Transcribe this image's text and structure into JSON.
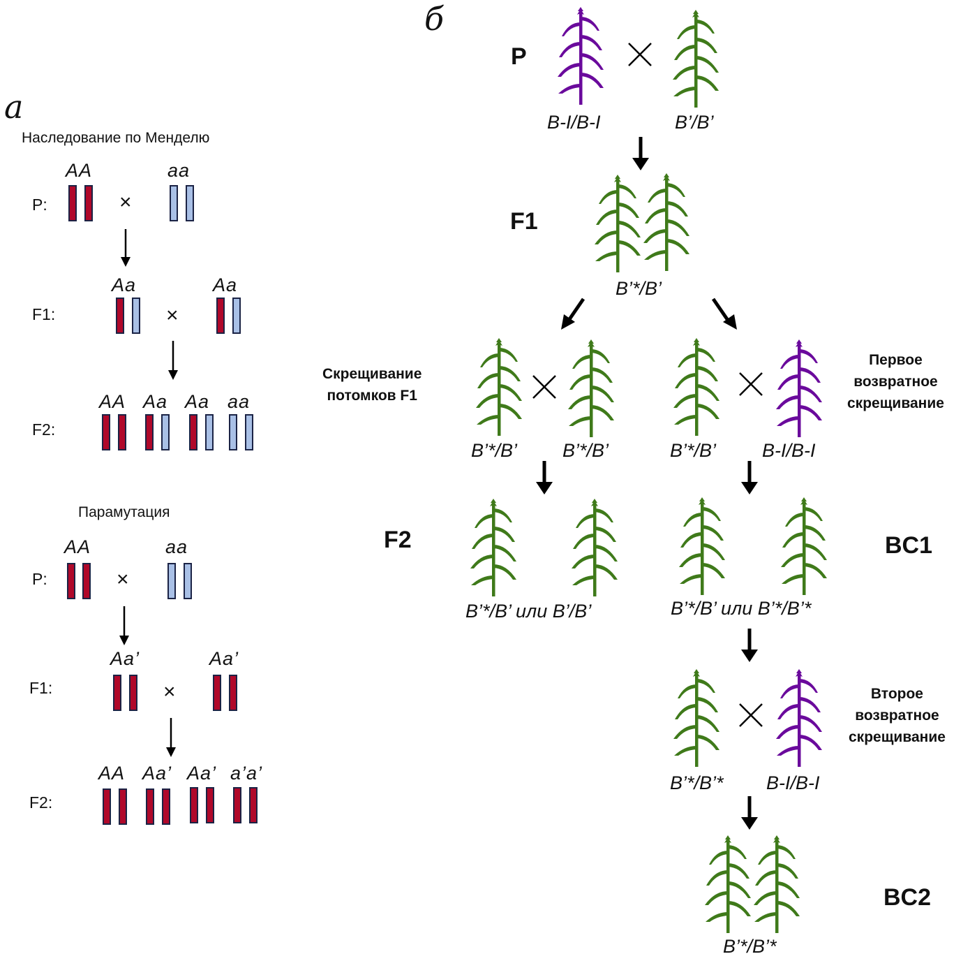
{
  "panel_a": {
    "letter": "а",
    "mendel": {
      "title": "Наследование по Менделю",
      "P": {
        "label": "P:",
        "parent1": "AA",
        "parent2": "aa"
      },
      "F1": {
        "label": "F1:",
        "parent1": "Aa",
        "parent2": "Aa"
      },
      "F2": {
        "label": "F2:",
        "genotypes": [
          "AA",
          "Aa",
          "Aa",
          "aa"
        ]
      }
    },
    "paramutation": {
      "title": "Парамутация",
      "P": {
        "label": "P:",
        "parent1": "AA",
        "parent2": "aa"
      },
      "F1": {
        "label": "F1:",
        "parent1": "Aa’",
        "parent2": "Aa’"
      },
      "F2": {
        "label": "F2:",
        "genotypes": [
          "AA",
          "Aa’",
          "Aa’",
          "a’a’"
        ]
      }
    },
    "cross_symbol": "×",
    "colors": {
      "dominant": "#b0082a",
      "recessive": "#a9c0e6",
      "outline": "#1b2345"
    }
  },
  "panel_b": {
    "letter": "б",
    "P": {
      "label": "P",
      "parent1": "B-I/B-I",
      "parent2": "B’/B’"
    },
    "F1": {
      "label": "F1",
      "genotype": "B’*/B’"
    },
    "intercross": {
      "label_line1": "Скрещивание",
      "label_line2": "потомков F1",
      "parent1": "B’*/B’",
      "parent2": "B’*/B’"
    },
    "backcross1": {
      "label_line1": "Первое",
      "label_line2": "возвратное",
      "label_line3": "скрещивание",
      "parent1": "B’*/B’",
      "parent2": "B-I/B-I"
    },
    "F2": {
      "label": "F2",
      "genotypes": "B’*/B’ или B’/B’"
    },
    "BC1": {
      "label": "BC1",
      "genotypes": "B’*/B’ или B’*/B’*"
    },
    "backcross2": {
      "label_line1": "Второе",
      "label_line2": "возвратное",
      "label_line3": "скрещивание",
      "parent1": "B’*/B’*",
      "parent2": "B-I/B-I"
    },
    "BC2": {
      "label": "BC2",
      "genotype": "B’*/B’*"
    },
    "cross_symbol": "×",
    "colors": {
      "purple_plant": "#6a0a9c",
      "green_plant": "#3f7a1a"
    }
  }
}
